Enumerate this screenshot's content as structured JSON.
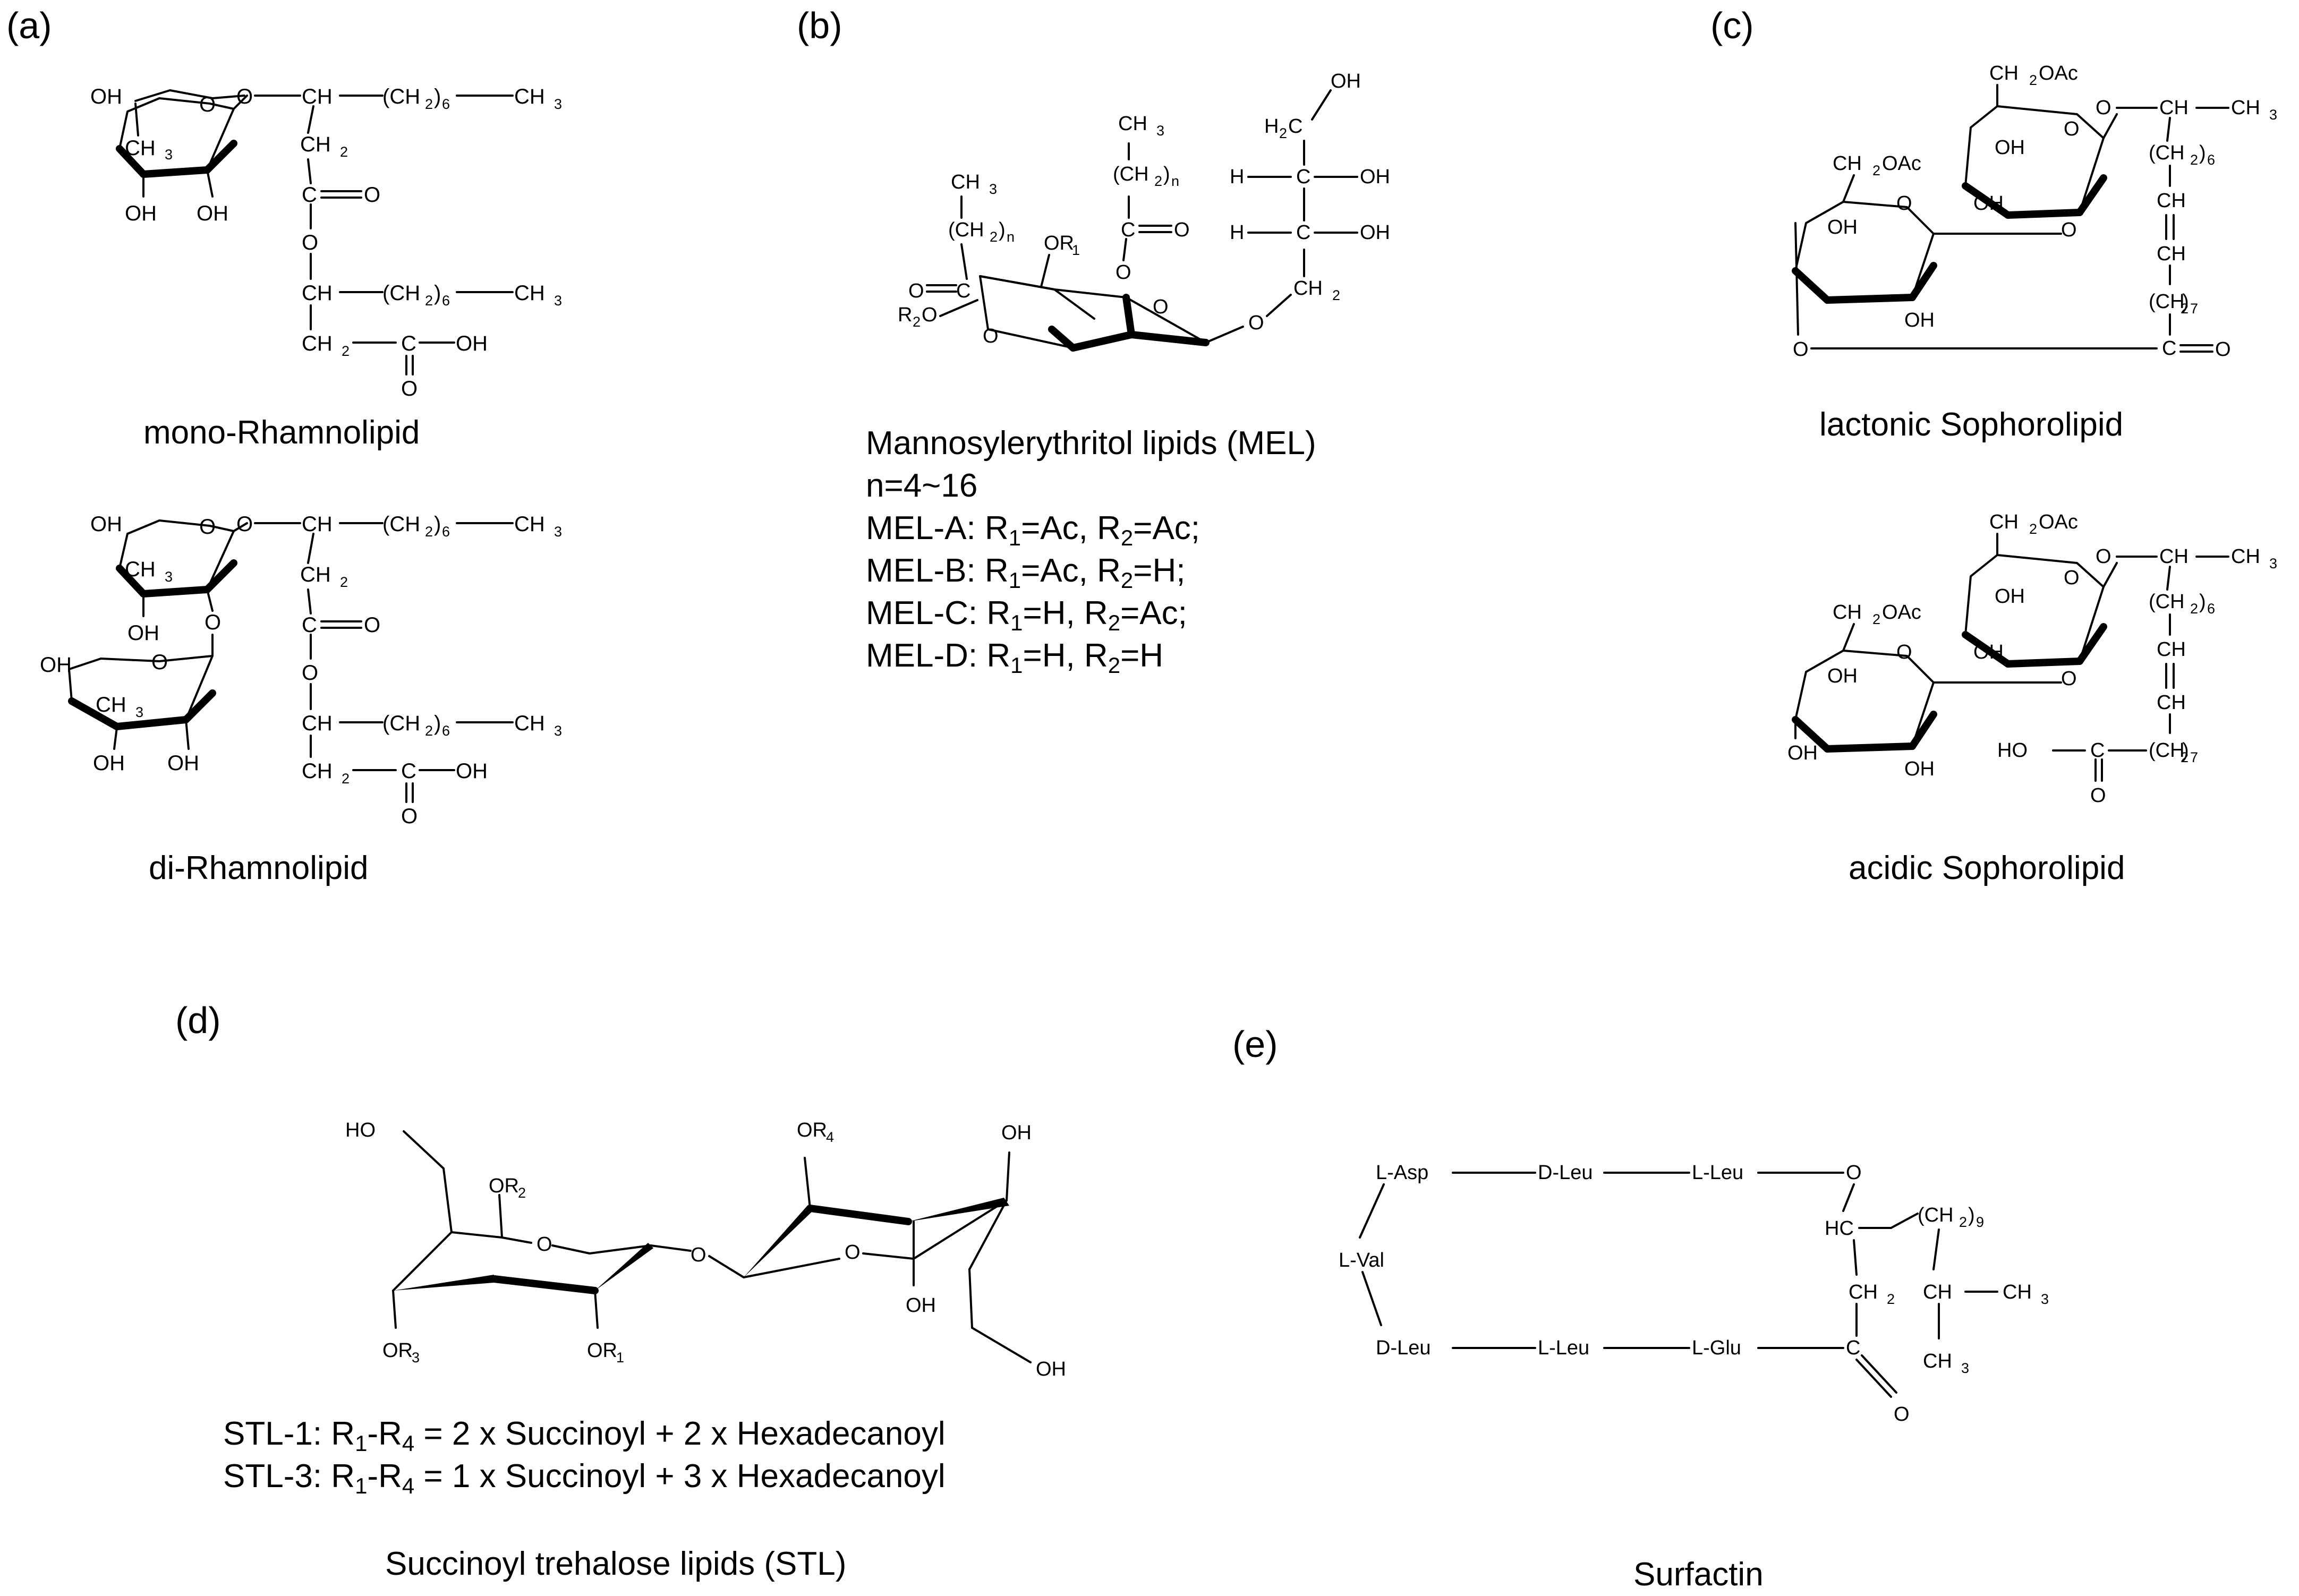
{
  "panels": {
    "a": {
      "letter": "(a)",
      "mono_caption": "mono-Rhamnolipid",
      "di_caption": "di-Rhamnolipid"
    },
    "b": {
      "letter": "(b)",
      "caption": "Mannosylerythritol lipids (MEL)",
      "n_range": "n=4~16",
      "variants": [
        {
          "name": "MEL-A: R",
          "r1": "=Ac, R",
          "r2": "=Ac;"
        },
        {
          "name": "MEL-B: R",
          "r1": "=Ac, R",
          "r2": "=H;"
        },
        {
          "name": "MEL-C: R",
          "r1": "=H,  R",
          "r2": "=Ac;"
        },
        {
          "name": "MEL-D: R",
          "r1": "=H,  R",
          "r2": "=H"
        }
      ]
    },
    "c": {
      "letter": "(c)",
      "lactonic_caption": "lactonic Sophorolipid",
      "acidic_caption": "acidic Sophorolipid"
    },
    "d": {
      "letter": "(d)",
      "stl1": {
        "prefix": "STL-1: R",
        "mid": "-R",
        "suffix": " = 2 x Succinoyl + 2 x Hexadecanoyl"
      },
      "stl3": {
        "prefix": "STL-3: R",
        "mid": "-R",
        "suffix": " = 1 x Succinoyl + 3 x Hexadecanoyl"
      },
      "caption": "Succinoyl trehalose lipids (STL)"
    },
    "e": {
      "letter": "(e)",
      "caption": "Surfactin",
      "residues": {
        "asp": "L-Asp",
        "dleu_top": "D-Leu",
        "lleu_top": "L-Leu",
        "val": "L-Val",
        "dleu_bot": "D-Leu",
        "lleu_bot": "L-Leu",
        "glu": "L-Glu"
      }
    }
  },
  "atoms": {
    "OH": "OH",
    "O": "O",
    "HO": "HO",
    "CH": "CH",
    "CH3": "CH",
    "CH2": "CH",
    "C": "C",
    "H": "H",
    "HC": "HC",
    "CH2OAc": "CH",
    "OAc": "OAc",
    "ch2_paren": "(CH",
    "close6": ")",
    "close7": ")",
    "close9": ")",
    "closen": ")",
    "sub2": "2",
    "sub3": "3",
    "sub6": "6",
    "sub7": "7",
    "sub9": "9",
    "subn": "n",
    "sub1": "1",
    "sub4": "4",
    "OR": "OR",
    "R": "R",
    "H2C": "H"
  }
}
